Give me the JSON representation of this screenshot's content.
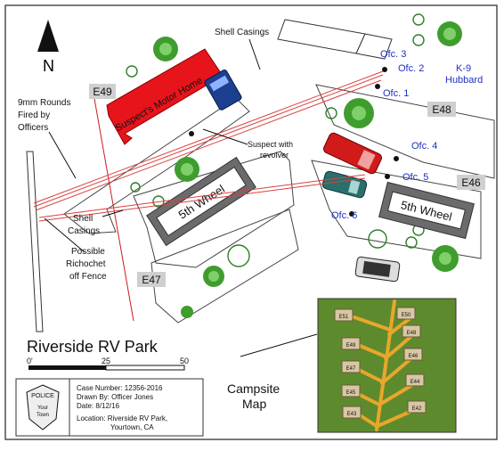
{
  "title": "Riverside RV Park",
  "north": "N",
  "sites": {
    "e49": "E49",
    "e48": "E48",
    "e47": "E47",
    "e46": "E46"
  },
  "vehicles": {
    "motor_home": "Suspect's Motor Home",
    "fifth_wheel_left": "5th Wheel",
    "fifth_wheel_right": "5th Wheel"
  },
  "labels": {
    "shell_casings_top": "Shell Casings",
    "shell_casings_left": "Shell Casings",
    "rounds_fired": "9mm Rounds Fired by Officers",
    "ricochet": "Possible Richochet off Fence",
    "suspect": "Suspect with revolver",
    "campsite_map": "Campsite Map"
  },
  "officers": {
    "ofc1": "Ofc. 1",
    "ofc2": "Ofc. 2",
    "ofc3": "Ofc. 3",
    "ofc4": "Ofc. 4",
    "ofc5": "Ofc. 5",
    "ofc6": "Ofc. 6",
    "k9": "K-9 Hubbard"
  },
  "scale": {
    "ticks": [
      "0'",
      "25",
      "50"
    ]
  },
  "info_box": {
    "badge_top": "POLICE",
    "badge_line1": "Your",
    "badge_line2": "Town",
    "case_number": "Case Number: 12356-2016",
    "drawn_by": "Drawn By:  Officer Jones",
    "date": "Date: 8/12/16",
    "location_1": "Location:  Riverside RV Park,",
    "location_2": "Yourtown, CA"
  },
  "minimap_labels": [
    "E51",
    "E50",
    "E49",
    "E48",
    "E47",
    "E46",
    "E45",
    "E44",
    "E43",
    "E42"
  ],
  "colors": {
    "motor_home": "#e8141b",
    "car_red": "#d11a1a",
    "car_teal": "#2b6f6b",
    "truck_blue": "#1d3f8f",
    "officer_text": "#1f2fbf",
    "grass": "#5e8a2e",
    "road": "#e8a72a",
    "fifth_wheel": "#6b6b6b"
  }
}
